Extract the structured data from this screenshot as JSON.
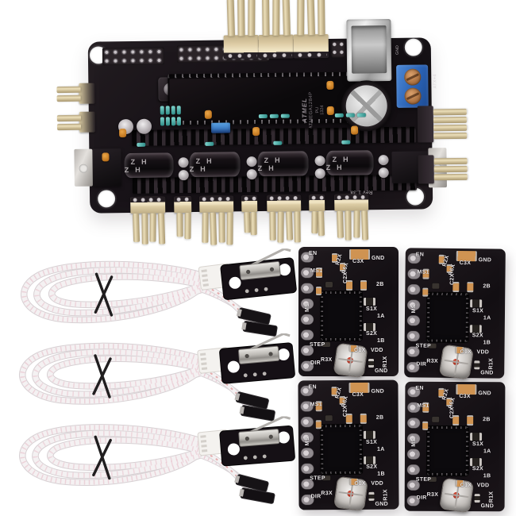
{
  "scene": {
    "background_color": "#ffffff",
    "description": "Product photo: 3D printer controller board kit with four stepper driver modules and three endstop switch cable assemblies"
  },
  "main_board": {
    "rev_label": "Rev 1.3a",
    "power_terminal_label": "ATX+4",
    "gnd_label": "GND",
    "mcu": {
      "brand": "ATMEL",
      "part": "ATMEGA1284P",
      "suffix": "PU",
      "date_code": "1324"
    },
    "cap_marking": "ZH ZH",
    "colors": {
      "pcb": "#191418",
      "connector_beige": "#dfd0a8",
      "terminal_blue": "#2f6ac0",
      "capacitor_silver": "#d9d9d9"
    }
  },
  "driver_module": {
    "left_labels": [
      "EN",
      "MS1",
      "MS",
      "STEP",
      "DIR"
    ],
    "right_labels": [
      "GND",
      "C3X",
      "C2X",
      "2B",
      "S1X",
      "1A",
      "S2X",
      "1B",
      "C1X",
      "VDD",
      "R1X",
      "GND"
    ],
    "ref_labels": [
      "R2X",
      "R6X",
      "R3X"
    ],
    "colors": {
      "pcb": "#161115",
      "pad_silver": "#cfc9cc",
      "smd_tan": "#cf9352",
      "trimpot_red": "#c03a24"
    }
  },
  "drivers": [
    {
      "id": "driver-1"
    },
    {
      "id": "driver-2"
    },
    {
      "id": "driver-3"
    },
    {
      "id": "driver-4"
    }
  ],
  "endstops": [
    {
      "id": "endstop-1"
    },
    {
      "id": "endstop-2"
    },
    {
      "id": "endstop-3"
    }
  ],
  "endstop_module": {
    "colors": {
      "pcb": "#151015",
      "switch_silver": "#c8c6c2",
      "cable_white": "#f3f0f1",
      "cable_stripe_pink": "#e2a4b5"
    }
  }
}
